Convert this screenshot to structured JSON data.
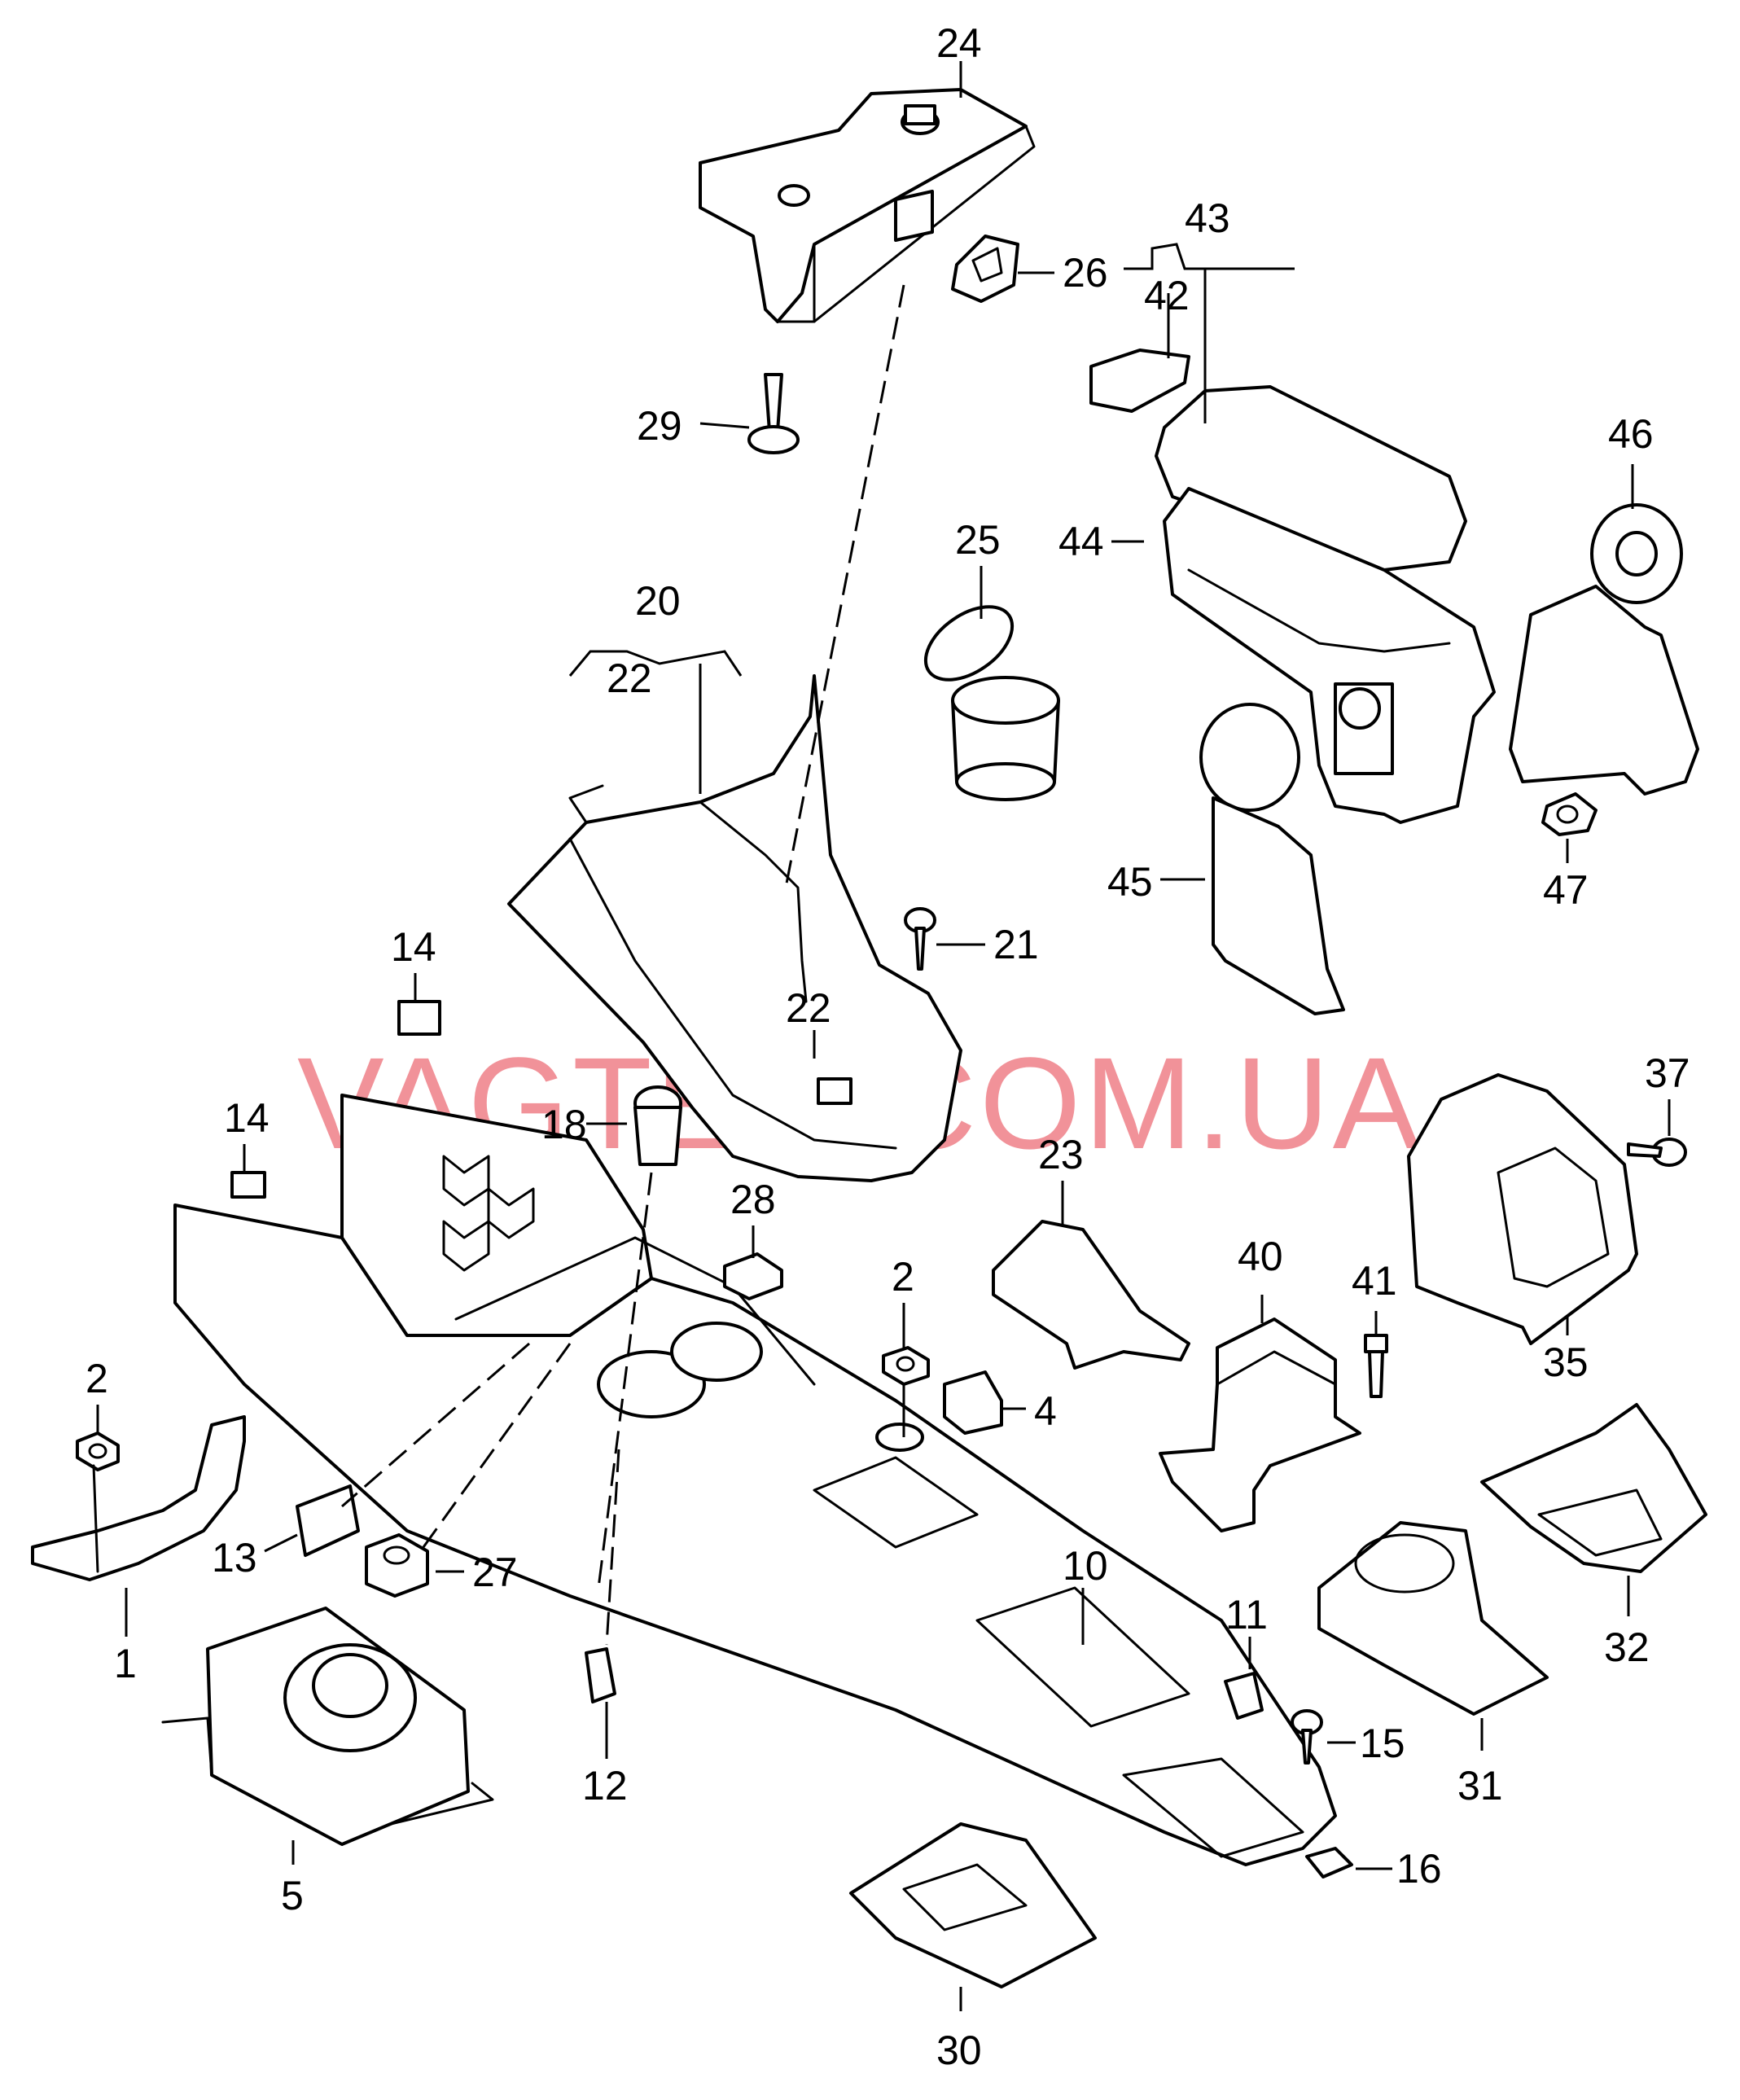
{
  "watermark": "VAGTEC.COM.UA",
  "colors": {
    "watermark": "#e84b57",
    "line": "#000000",
    "background": "#ffffff"
  },
  "callouts": [
    "24",
    "26",
    "29",
    "43",
    "42",
    "25",
    "44",
    "46",
    "20",
    "22",
    "21",
    "22",
    "14",
    "14",
    "18",
    "23",
    "37",
    "28",
    "2",
    "40",
    "41",
    "45",
    "47",
    "2",
    "4",
    "35",
    "13",
    "27",
    "1",
    "10",
    "11",
    "15",
    "31",
    "32",
    "12",
    "5",
    "16",
    "30"
  ]
}
